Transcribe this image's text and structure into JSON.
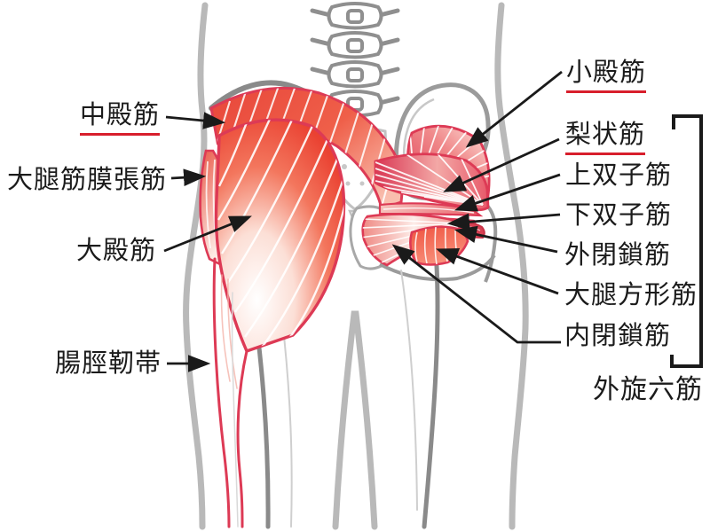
{
  "figure": {
    "labels_left": [
      {
        "text": "中殿筋",
        "underlined": true
      },
      {
        "text": "大腿筋膜張筋",
        "underlined": false
      },
      {
        "text": "大殿筋",
        "underlined": false
      },
      {
        "text": "腸脛靭帯",
        "underlined": false
      }
    ],
    "labels_right": [
      {
        "text": "小殿筋",
        "underlined": true
      },
      {
        "text": "梨状筋",
        "underlined": true
      },
      {
        "text": "上双子筋",
        "underlined": false
      },
      {
        "text": "下双子筋",
        "underlined": false
      },
      {
        "text": "外閉鎖筋",
        "underlined": false
      },
      {
        "text": "大腿方形筋",
        "underlined": false
      },
      {
        "text": "内閉鎖筋",
        "underlined": false
      }
    ],
    "group_label": {
      "text": "外旋六筋"
    },
    "colors": {
      "muscle_outline": "#dd3a55",
      "muscle_red": "#ee4a36",
      "deep_muscle_red": "#d93753",
      "underline_red": "#d81e2c",
      "body_outline": "#b9b9b9",
      "bone_gray": "#8f8f8f",
      "leader_black": "#1a1a1a",
      "background": "#ffffff"
    }
  }
}
